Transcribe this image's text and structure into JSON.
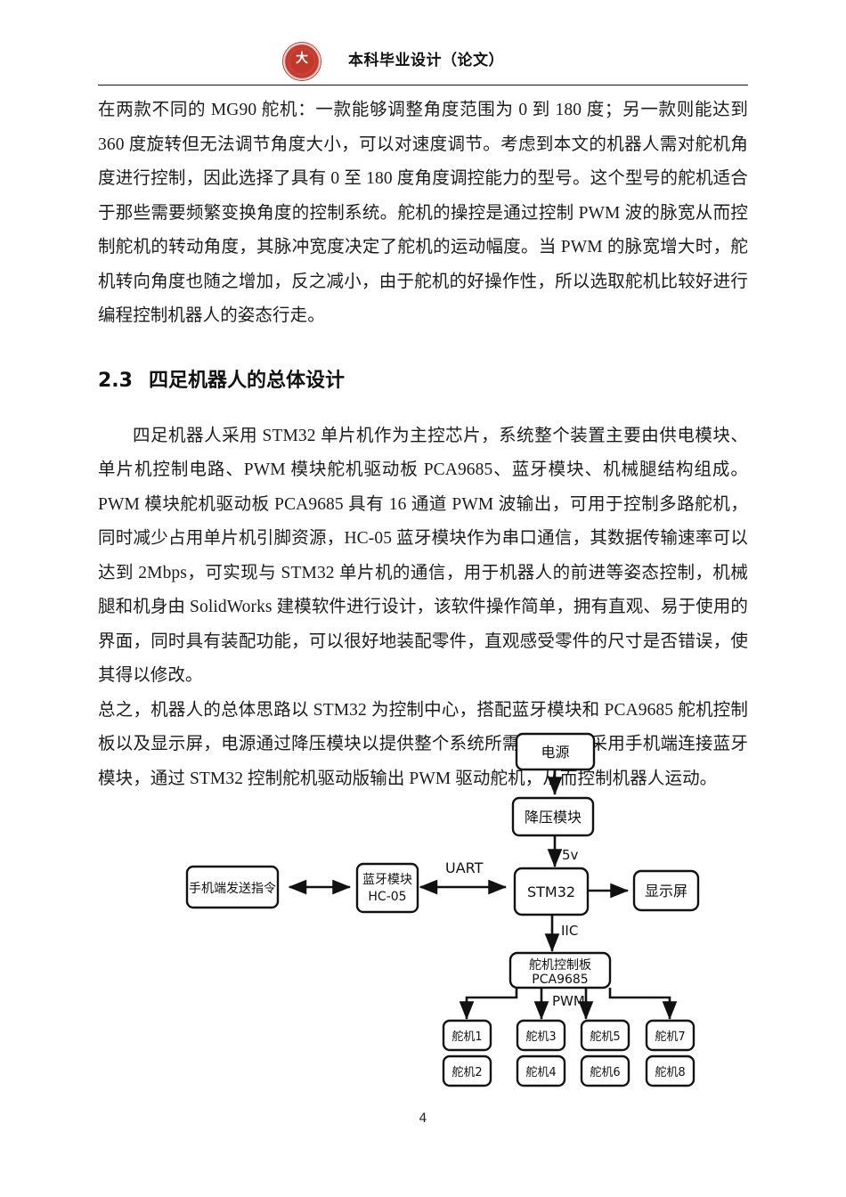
{
  "header": {
    "title": "本科毕业设计（论文）",
    "logo_name": "university-seal",
    "seal_glyph": "大"
  },
  "body": {
    "paragraph_1": "在两款不同的 MG90 舵机：一款能够调整角度范围为 0 到 180 度；另一款则能达到 360 度旋转但无法调节角度大小，可以对速度调节。考虑到本文的机器人需对舵机角度进行控制，因此选择了具有 0 至 180 度角度调控能力的型号。这个型号的舵机适合于那些需要频繁变换角度的控制系统。舵机的操控是通过控制 PWM 波的脉宽从而控制舵机的转动角度，其脉冲宽度决定了舵机的运动幅度。当 PWM 的脉宽增大时，舵机转向角度也随之增加，反之减小，由于舵机的好操作性，所以选取舵机比较好进行编程控制机器人的姿态行走。",
    "heading_number": "2.3",
    "heading_text": "四足机器人的总体设计",
    "paragraph_2": "四足机器人采用 STM32 单片机作为主控芯片，系统整个装置主要由供电模块、单片机控制电路、PWM 模块舵机驱动板 PCA9685、蓝牙模块、机械腿结构组成。PWM 模块舵机驱动板 PCA9685 具有 16 通道 PWM 波输出，可用于控制多路舵机，同时减少占用单片机引脚资源，HC-05 蓝牙模块作为串口通信，其数据传输速率可以达到 2Mbps，可实现与 STM32 单片机的通信，用于机器人的前进等姿态控制，机械腿和机身由 SolidWorks 建模软件进行设计，该软件操作简单，拥有直观、易于使用的界面，同时具有装配功能，可以很好地装配零件，直观感受零件的尺寸是否错误，使其得以修改。",
    "paragraph_3": "总之，机器人的总体思路以 STM32 为控制中心，搭配蓝牙模块和 PCA9685 舵机控制板以及显示屏，电源通过降压模块以提供整个系统所需的电压，采用手机端连接蓝牙模块，通过 STM32 控制舵机驱动版输出 PWM 驱动舵机，从而控制机器人运动。"
  },
  "diagram": {
    "nodes": {
      "power": "电源",
      "buck": "降压模块",
      "phone": "手机端发送指令",
      "bluetooth_line1": "蓝牙模块",
      "bluetooth_line2": "HC-05",
      "mcu": "STM32",
      "display": "显示屏",
      "servo_board_line1": "舵机控制板",
      "servo_board_line2": "PCA9685",
      "servo_1": "舵机1",
      "servo_2": "舵机2",
      "servo_3": "舵机3",
      "servo_4": "舵机4",
      "servo_5": "舵机5",
      "servo_6": "舵机6",
      "servo_7": "舵机7",
      "servo_8": "舵机8"
    },
    "edge_labels": {
      "voltage": "5v",
      "uart": "UART",
      "iic": "IIC",
      "pwm": "PWM"
    }
  },
  "footer": {
    "page_number": "4"
  }
}
